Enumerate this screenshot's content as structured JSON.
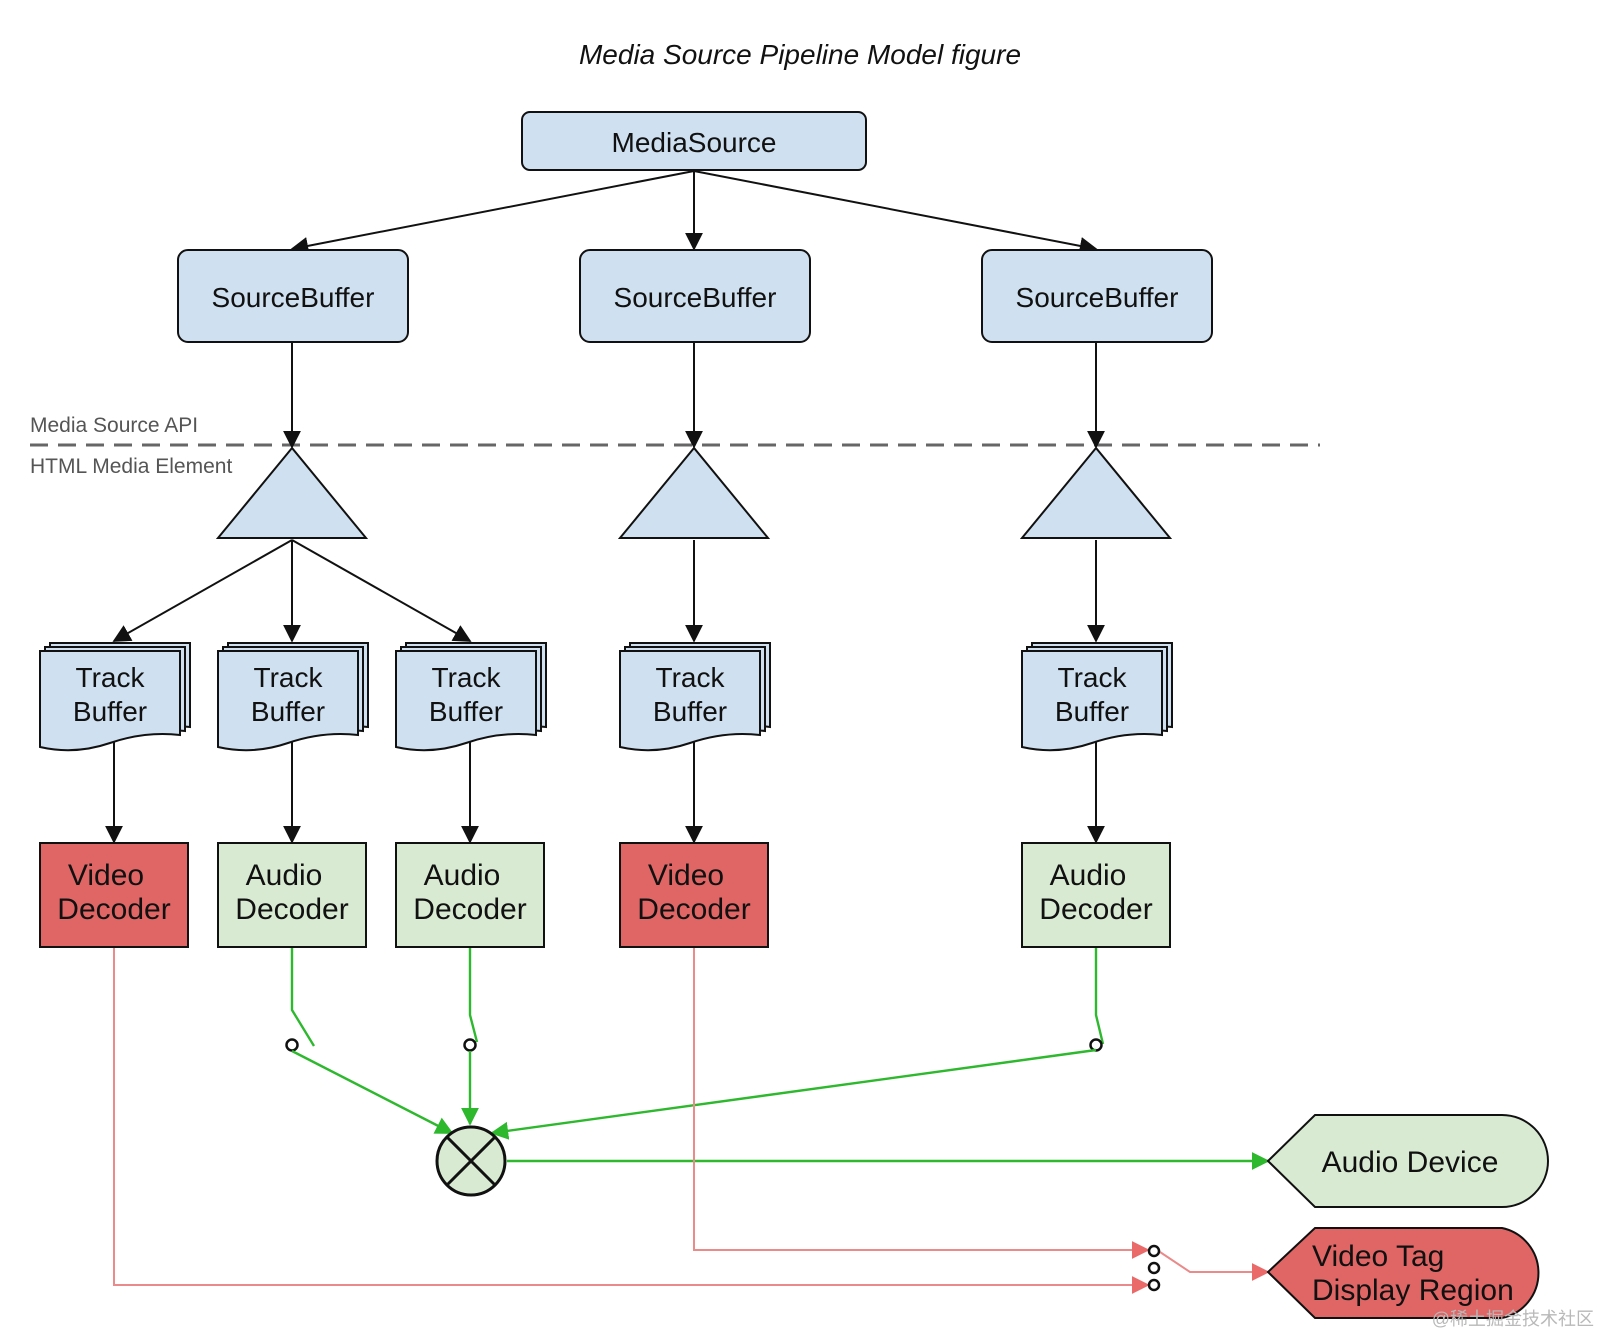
{
  "title": "Media Source Pipeline Model figure",
  "colors": {
    "blue_fill": "#cfe0f0",
    "red_fill": "#e06666",
    "green_fill": "#d9ead3",
    "black_edge": "#111111",
    "green_edge": "#2eb82e",
    "red_edge": "#ea8a8a",
    "dashed_separator": "#666666"
  },
  "nodes": {
    "media_source": "MediaSource",
    "source_buffer": "SourceBuffer",
    "track_buffer_line1": "Track",
    "track_buffer_line2": "Buffer",
    "video_decoder_line1": "Video",
    "video_decoder_line2": "Decoder",
    "audio_decoder_line1": "Audio",
    "audio_decoder_line2": "Decoder",
    "audio_device": "Audio Device",
    "video_tag_line1": "Video Tag",
    "video_tag_line2": "Display Region"
  },
  "layers": {
    "upper": "Media Source API",
    "lower": "HTML Media Element"
  },
  "watermark": "@稀土掘金技术社区"
}
